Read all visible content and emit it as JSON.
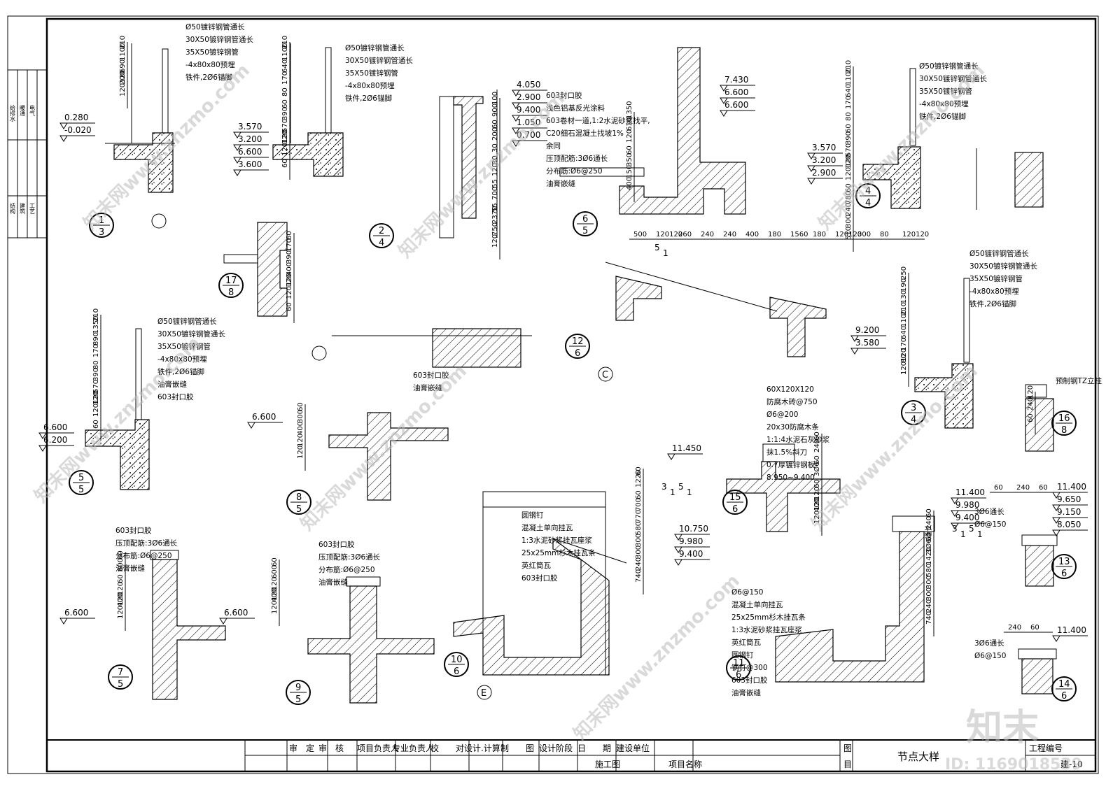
{
  "title_block": {
    "headers": [
      "审　定",
      "审　核",
      "项目负责人",
      "专业负责人",
      "校　　对",
      "设计.计算",
      "制　　图",
      "设计阶段",
      "日　　期",
      "建设单位"
    ],
    "stage_value": "施工图",
    "project_name_label": "项目名称",
    "drawing_label_top": "图",
    "drawing_label_bottom": "目",
    "drawing_title": "节点大样",
    "project_no_label": "工程编号",
    "sheet_no": "建-10"
  },
  "side_strip": {
    "upper": [
      "给排水",
      "暖通",
      "电气"
    ],
    "lower": [
      "结构",
      "建筑",
      "工艺"
    ]
  },
  "watermarks": [
    "知末网www.znzmo.com",
    "知末",
    "ID: 1169018539"
  ],
  "details": [
    {
      "id": "d1-3",
      "num": "1",
      "sheet": "3",
      "labels": [
        "Ø50镀锌钢管通长",
        "30X50镀锌钢管通长",
        "35X50镀锌钢管",
        "-4x80x80预埋",
        "铁件,2Ø6锚脚"
      ],
      "dims": [
        "210",
        "1100",
        "690",
        "200",
        "120120"
      ],
      "elev": [
        "0.280",
        "-0.020"
      ]
    },
    {
      "id": "d2-4a",
      "num": "2",
      "sheet": "4",
      "labels": [
        "Ø50镀锌钢管通长",
        "30X50镀锌钢管通长",
        "35X50镀锌钢管",
        "-4x80x80预埋",
        "铁件,2Ø6锚脚"
      ],
      "dims": [
        "210",
        "1100",
        "640",
        "170",
        "80",
        "60",
        "390",
        "570",
        "120",
        "120120",
        "60"
      ],
      "elev": [
        "3.570",
        "3.200",
        "6.600",
        "3.600"
      ]
    },
    {
      "id": "d2-4b",
      "dims": [
        "100",
        "900",
        "60",
        "200",
        "30",
        "30",
        "120",
        "55",
        "700",
        "55",
        "2370",
        "750",
        "120"
      ],
      "elev": [
        "4.050",
        "2.900",
        "9.400",
        "1.050",
        "0.700"
      ]
    },
    {
      "id": "d6-5",
      "num": "6",
      "sheet": "5",
      "labels": [
        "603封口胶",
        "浅色铝基反光涂料",
        "603卷材一道,1:2水泥砂浆找平,",
        "C20细石混凝土找坡1%",
        "余同",
        "压顶配筋:3Ø6通长",
        "分布筋:Ø6@250",
        "油膏嵌缝"
      ],
      "dims": [
        "1350",
        "610",
        "120",
        "60",
        "350",
        "150",
        "400"
      ],
      "elev": [
        "7.430",
        "6.600",
        "6.600"
      ]
    },
    {
      "id": "d4-4",
      "num": "4",
      "sheet": "4",
      "labels": [
        "Ø50镀锌钢管通长",
        "30X50镀锌钢管通长",
        "35X50镀锌钢管",
        "-4x80x80预埋",
        "铁件,2Ø6锚脚"
      ],
      "dims": [
        "210",
        "1100",
        "640",
        "170",
        "80",
        "60",
        "390",
        "570",
        "120",
        "120120",
        "60",
        "780",
        "240",
        "300",
        "510"
      ],
      "elev": [
        "3.570",
        "3.200",
        "2.900"
      ]
    },
    {
      "id": "d17-8",
      "num": "17",
      "sheet": "8",
      "dims": [
        "60",
        "170",
        "390",
        "400",
        "120",
        "120120",
        "60"
      ]
    },
    {
      "id": "d12-6",
      "num": "12",
      "sheet": "6",
      "dims": [
        "500",
        "120120",
        "260",
        "240",
        "240",
        "400",
        "180",
        "1560",
        "180",
        "120120",
        "300",
        "80",
        "120120"
      ],
      "slope": [
        "5",
        "1"
      ],
      "axis": "C"
    },
    {
      "id": "d3-4",
      "num": "3",
      "sheet": "4",
      "labels": [
        "Ø50镀锌钢管通长",
        "30X50镀锌钢管通长",
        "35X50镀锌钢管",
        "-4x80x80预埋",
        "铁件,2Ø6锚脚"
      ],
      "dims": [
        "250",
        "190",
        "130",
        "210",
        "1100",
        "640",
        "170",
        "80",
        "120120"
      ],
      "elev": [
        "9.200",
        "3.580"
      ]
    },
    {
      "id": "d5-5",
      "num": "5",
      "sheet": "5",
      "labels": [
        "Ø50镀锌钢管通长",
        "30X50镀锌钢管通长",
        "35X50镀锌钢管",
        "-4x80x80预埋",
        "铁件,2Ø6锚脚",
        "油膏嵌缝",
        "603封口胶"
      ],
      "dims": [
        "210",
        "1350",
        "890",
        "170",
        "80",
        "390",
        "570",
        "120",
        "120120",
        "60"
      ],
      "elev": [
        "6.600",
        "6.200"
      ]
    },
    {
      "id": "d8-5",
      "num": "8",
      "sheet": "5",
      "labels": [
        "603封口胶",
        "油膏嵌缝"
      ],
      "dims": [
        "60",
        "300",
        "400",
        "120",
        "120"
      ],
      "elev": [
        "6.600"
      ]
    },
    {
      "id": "d15-6",
      "num": "15",
      "sheet": "6",
      "labels": [
        "60X120X120",
        "防腐木砖@750",
        "Ø6@200",
        "20x30防腐木条",
        "1:1:4水泥石灰砂浆",
        "抹1.5%斜刀",
        "0.7厚镀锌钢板",
        "8.950~9.400"
      ],
      "dims": [
        "60",
        "240",
        "60",
        "3Ø6",
        "60",
        "120",
        "400",
        "120120"
      ],
      "elev": [
        "11.450"
      ]
    },
    {
      "id": "d16-8",
      "num": "16",
      "sheet": "8",
      "labels": [
        "预制钢TZ立柱"
      ],
      "dims": [
        "120",
        "240",
        "60"
      ]
    },
    {
      "id": "d10-6",
      "num": "10",
      "sheet": "6",
      "labels": [
        "圆钢钉",
        "混凝土单向挂瓦",
        "1:3水泥砂浆挂瓦座浆",
        "25x25mm杉木挂瓦条",
        "英红筒瓦",
        "603封口胶"
      ],
      "dims": [
        "60",
        "1220",
        "60",
        "700",
        "770",
        "580",
        "300",
        "300",
        "240",
        "740"
      ],
      "slope": [
        "3",
        "1",
        "5",
        "1"
      ],
      "elev": [
        "10.750",
        "9.980",
        "9.400"
      ],
      "axis": "E"
    },
    {
      "id": "d11-6",
      "num": "11",
      "sheet": "6",
      "labels": [
        "Ø6@150",
        "混凝土单向挂瓦",
        "25x25mm杉木挂瓦条",
        "1:3水泥砂浆挂瓦座浆",
        "英红筒瓦",
        "圆钢钉",
        "钢钉@300",
        "603封口胶",
        "油膏嵌缝"
      ],
      "dims": [
        "60",
        "240",
        "60",
        "3Ø6通长",
        "1420",
        "580",
        "300",
        "300",
        "240",
        "740"
      ],
      "slope": [
        "3",
        "1",
        "5",
        "1"
      ],
      "elev": [
        "11.400",
        "9.980",
        "9.400"
      ]
    },
    {
      "id": "d13-6",
      "num": "13",
      "sheet": "6",
      "labels": [
        "3Ø6通长",
        "Ø6@150"
      ],
      "dims": [
        "60",
        "240",
        "60"
      ],
      "elev": [
        "11.400",
        "9.650",
        "9.150",
        "8.050"
      ]
    },
    {
      "id": "d14-6",
      "num": "14",
      "sheet": "6",
      "labels": [
        "3Ø6通长",
        "Ø6@150"
      ],
      "dims": [
        "240",
        "60"
      ],
      "elev": [
        "11.400"
      ]
    },
    {
      "id": "d7-5",
      "num": "7",
      "sheet": "5",
      "labels": [
        "603封口胶",
        "压顶配筋:3Ø6通长",
        "分布筋:Ø6@250",
        "油膏嵌缝"
      ],
      "dims": [
        "60",
        "600",
        "60",
        "120",
        "400",
        "120120"
      ],
      "elev": [
        "6.600"
      ]
    },
    {
      "id": "d9-5",
      "num": "9",
      "sheet": "5",
      "labels": [
        "603封口胶",
        "压顶配筋:3Ø6通长",
        "分布筋:Ø6@250",
        "油膏嵌缝"
      ],
      "dims": [
        "60",
        "600",
        "120",
        "400",
        "120120"
      ],
      "elev": [
        "6.600"
      ]
    }
  ]
}
